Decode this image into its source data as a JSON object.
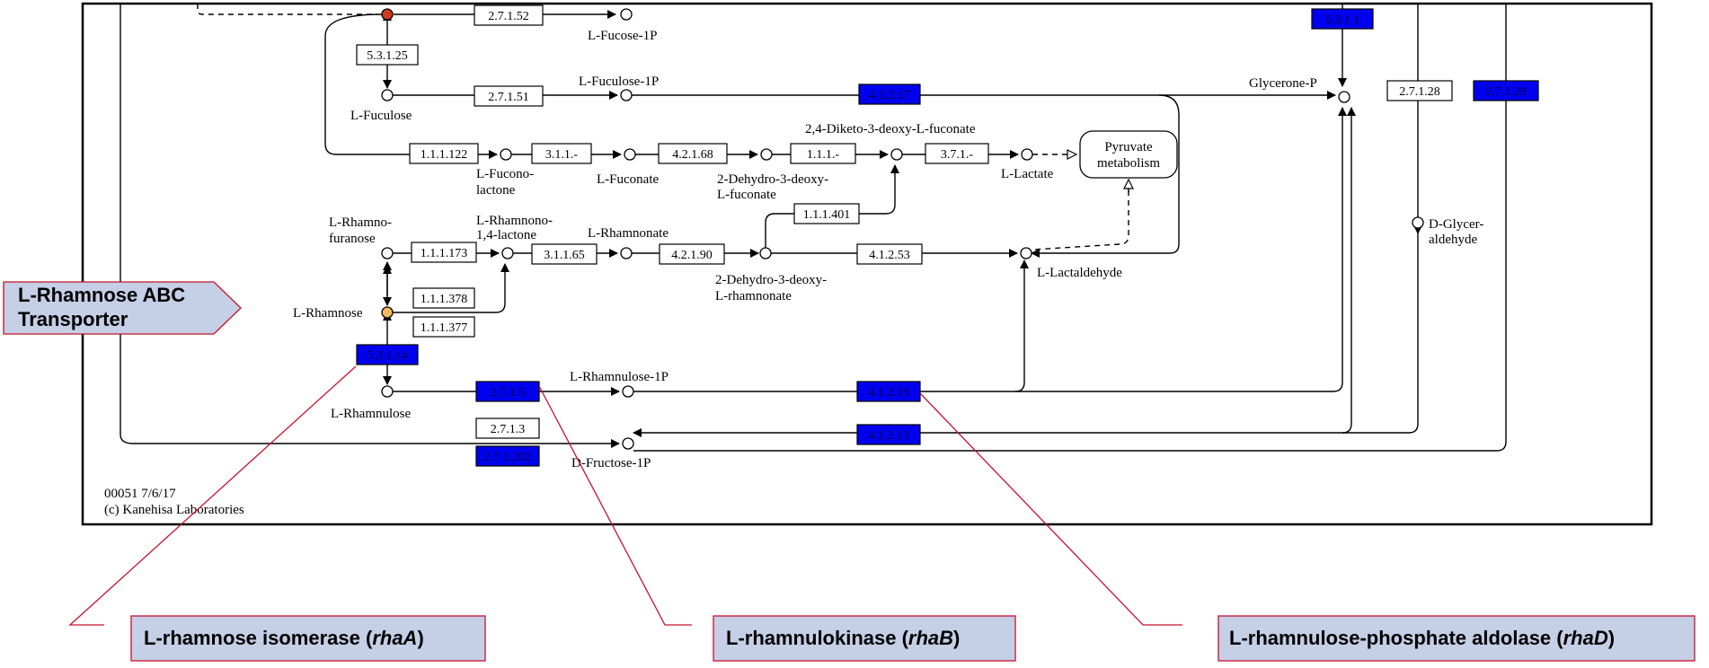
{
  "map": {
    "footer_id": "00051 7/6/17",
    "footer_copyright": "(c) Kanehisa Laboratories"
  },
  "compounds": {
    "l_fucose_1p": "L-Fucose-1P",
    "l_fuculose": "L-Fuculose",
    "l_fuculose_1p": "L-Fuculose-1P",
    "glycerone_p": "Glycerone-P",
    "diketo_top": "2,4-Diketo-3-deoxy-L-fuconate",
    "l_fucono_1": "L-Fucono-",
    "l_fucono_2": "lactone",
    "l_fuconate": "L-Fuconate",
    "dehydro_fuc_1": "2-Dehydro-3-deoxy-",
    "dehydro_fuc_2": "L-fuconate",
    "l_lactate": "L-Lactate",
    "pyruvate_1": "Pyruvate",
    "pyruvate_2": "metabolism",
    "l_rhamnofuranose_1": "L-Rhamno-",
    "l_rhamnofuranose_2": "furanose",
    "l_rhamnono_1": "L-Rhamnono-",
    "l_rhamnono_2": "1,4-lactone",
    "l_rhamnonate": "L-Rhamnonate",
    "dehydro_rham_1": "2-Dehydro-3-deoxy-",
    "dehydro_rham_2": "L-rhamnonate",
    "l_lactaldehyde": "L-Lactaldehyde",
    "d_glyceraldehyde_1": "D-Glycer-",
    "d_glyceraldehyde_2": "aldehyde",
    "l_rhamnose": "L-Rhamnose",
    "l_rhamnulose": "L-Rhamnulose",
    "l_rhamnulose_1p": "L-Rhamnulose-1P",
    "d_fructose_1p": "D-Fructose-1P"
  },
  "enzymes": {
    "e_2_7_1_52": "2.7.1.52",
    "e_5_3_1_25": "5.3.1.25",
    "e_2_7_1_51": "2.7.1.51",
    "e_4_1_2_17": "4.1.2.17",
    "e_5_3_1_1": "5.3.1.1",
    "e_2_7_1_28": "2.7.1.28",
    "e_2_7_1_29": "2.7.1.29",
    "e_1_1_1_122": "1.1.1.122",
    "e_3_1_1_dash": "3.1.1.-",
    "e_4_2_1_68": "4.2.1.68",
    "e_1_1_1_dash": "1.1.1.-",
    "e_3_7_1_dash": "3.7.1.-",
    "e_1_1_1_401": "1.1.1.401",
    "e_1_1_1_173": "1.1.1.173",
    "e_3_1_1_65": "3.1.1.65",
    "e_4_2_1_90": "4.2.1.90",
    "e_4_1_2_53": "4.1.2.53",
    "e_1_1_1_378": "1.1.1.378",
    "e_1_1_1_377": "1.1.1.377",
    "e_5_3_1_14": "5.3.1.14",
    "e_2_7_1_5": "2.7.1.5",
    "e_4_1_2_19": "4.1.2.19",
    "e_2_7_1_3": "2.7.1.3",
    "e_4_1_2_13": "4.1.2.13",
    "e_2_7_1_202": "2.7.1.202"
  },
  "transporter": {
    "line1": "L-Rhamnose ABC",
    "line2": "Transporter"
  },
  "callouts": {
    "rhaA_text": "L-rhamnose isomerase (",
    "rhaA_gene": "rhaA",
    "rhaB_text": "L-rhamnulokinase (",
    "rhaB_gene": "rhaB",
    "rhaD_text": "L-rhamnulose-phosphate aldolase (",
    "rhaD_gene": "rhaD",
    "close": ")"
  },
  "colors": {
    "highlight_enzyme": "#0000ee",
    "callout_fill": "#c5cfe6",
    "callout_border": "#c8102e",
    "red_node": "#d23a1e",
    "orange_node": "#f4b860"
  }
}
